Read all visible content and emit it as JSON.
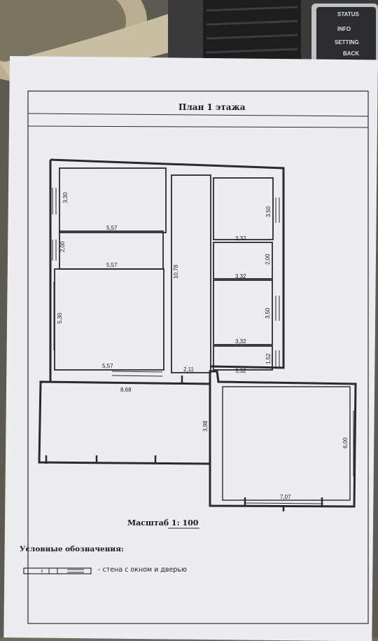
{
  "plan": {
    "title": "План 1 этажа",
    "scale": "Масштаб 1: 100",
    "legend_title": "Условные обозначения:",
    "legend_item": "- стена с окном и дверью"
  },
  "dimensions": {
    "d_330": "3,30",
    "d_557_a": "5,57",
    "d_200_left": "2,00",
    "d_557_b": "5,57",
    "d_530": "5,30",
    "d_557_c": "5,57",
    "d_868": "8,68",
    "d_1078": "10,78",
    "d_211": "2,11",
    "d_350_a": "3,50",
    "d_332_a": "3,32",
    "d_200_right": "2,00",
    "d_332_b": "3,32",
    "d_350_b": "3,50",
    "d_332_c": "3,32",
    "d_152": "1,52",
    "d_332_d": "3,32",
    "d_398": "3,98",
    "d_600": "6,00",
    "d_707": "7,07"
  },
  "car_screen": {
    "btn_status": "STATUS",
    "btn_info": "INFO",
    "btn_setting": "SETTING",
    "btn_back": "BACK"
  }
}
